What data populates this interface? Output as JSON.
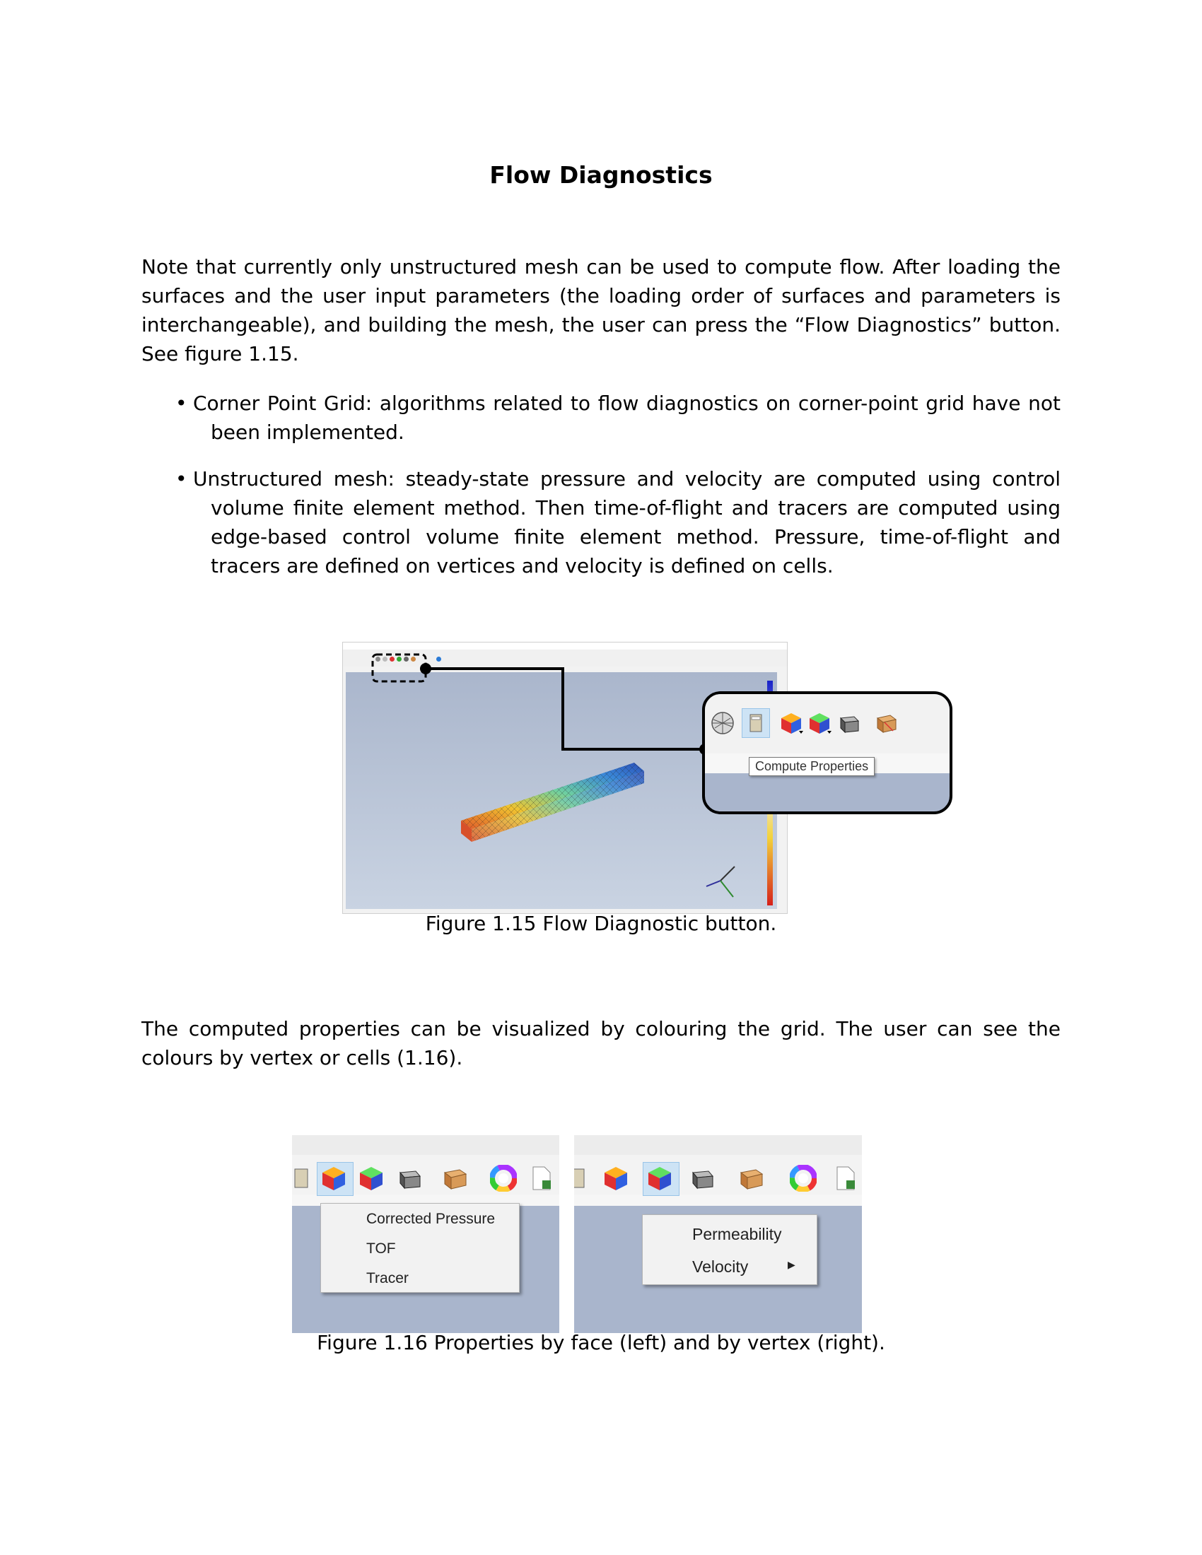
{
  "title": "Flow Diagnostics",
  "intro": "Note that currently only unstructured mesh can be used to compute flow. After loading the surfaces and the user input parameters (the loading order of surfaces and parameters is interchangeable), and building the mesh, the user can press the “Flow Diagnostics” button. See figure 1.15.",
  "bullets": [
    "Corner Point Grid: algorithms related to flow diagnostics on corner-point grid have not been implemented.",
    "Unstructured mesh: steady-state pressure and velocity are computed using control volume finite element method. Then time-of-flight and tracers are computed using edge-based control volume finite element method. Pressure, time-of-flight and tracers are defined on vertices and velocity is defined on cells."
  ],
  "figure_115": {
    "tooltip": "Compute Properties",
    "caption": "Figure 1.15 Flow Diagnostic button."
  },
  "second_para": "The computed properties can be visualized by colouring the grid. The user can see the colours by vertex or cells (1.16).",
  "figure_116": {
    "left_menu": [
      "Corrected Pressure",
      "TOF",
      "Tracer"
    ],
    "right_menu": [
      "Permeability",
      "Velocity"
    ],
    "caption": "Figure 1.16 Properties  by face (left) and by vertex (right)."
  },
  "icons": [
    "sphere-mesh-icon",
    "compute-properties-icon",
    "color-by-face-icon",
    "color-by-vertex-icon",
    "mesh-cube-icon",
    "box-icon",
    "color-wheel-icon",
    "export-file-icon",
    "submenu-arrow-icon"
  ]
}
